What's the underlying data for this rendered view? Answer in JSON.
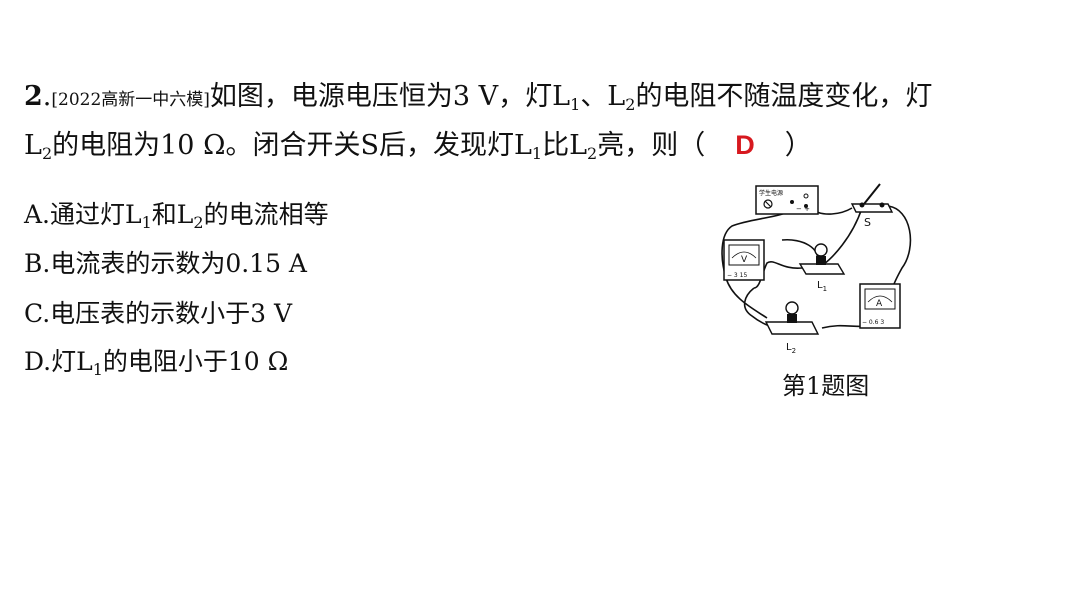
{
  "question": {
    "number": "2",
    "number_punct": ".",
    "source": "[2022高新一中六模]",
    "line1_a": "如图，电源电压恒为3 V，灯L",
    "line1_sub1": "1",
    "line1_b": "、L",
    "line1_sub2": "2",
    "line1_c": "的电阻不随温度变化，灯",
    "line2_a": "L",
    "line2_sub1": "2",
    "line2_b": "的电阻为10 Ω。闭合开关S后，发现灯L",
    "line2_sub2": "1",
    "line2_c": "比L",
    "line2_sub3": "2",
    "line2_d": "亮，则（",
    "answer": "D",
    "line2_end": "）"
  },
  "options": [
    {
      "a": "A.通过灯L",
      "s1": "1",
      "b": "和L",
      "s2": "2",
      "c": "的电流相等"
    },
    {
      "text": "B.电流表的示数为0.15 A"
    },
    {
      "text": "C.电压表的示数小于3 V"
    },
    {
      "a": "D.灯L",
      "s1": "1",
      "b": "的电阻小于10 Ω"
    }
  ],
  "figure": {
    "caption": "第1题图",
    "power_label": "学生电源",
    "switch_label": "S",
    "lamp1_label": "L",
    "lamp1_sub": "1",
    "lamp2_label": "L",
    "lamp2_sub": "2",
    "voltmeter_label": "V",
    "ammeter_label": "A",
    "voltmeter_terminals": "− 3 15",
    "ammeter_terminals": "− 0.6 3",
    "power_terminals": "− +"
  },
  "colors": {
    "answer": "#d7191f",
    "text": "#111111"
  }
}
